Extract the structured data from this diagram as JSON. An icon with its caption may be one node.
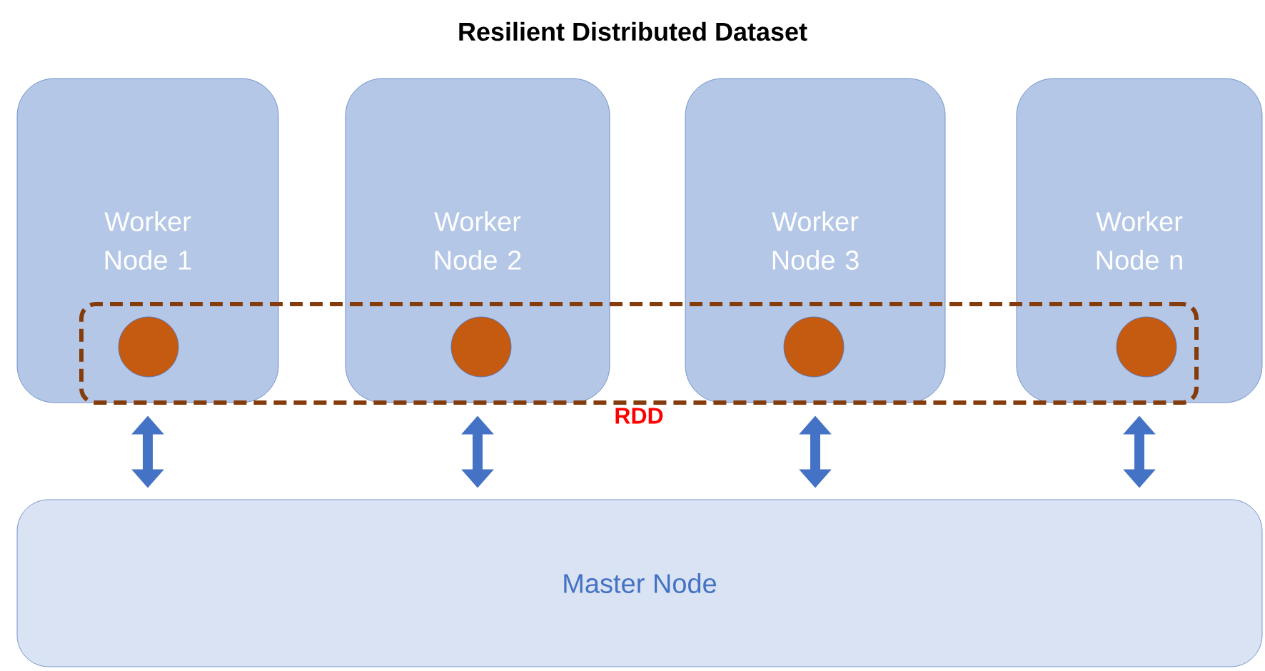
{
  "diagram": {
    "title": "Resilient Distributed Dataset",
    "nodes": [
      {
        "text": [
          "Worker Node 1"
        ]
      },
      {
        "text": [
          "Worker Node 2"
        ]
      },
      {
        "text": [
          "Worker Node 3"
        ]
      },
      {
        "text": [
          "Worker Node n"
        ]
      },
      {
        "text": [
          "RDD"
        ]
      },
      {
        "text": [],
        "shape": "circle"
      },
      {
        "text": [],
        "shape": "circle"
      },
      {
        "text": [],
        "shape": "circle"
      },
      {
        "text": [],
        "shape": "circle"
      },
      {
        "text": [
          "Master Node"
        ]
      }
    ],
    "edges": [
      {
        "from": 0,
        "to": 9,
        "arrow": "both"
      },
      {
        "from": 1,
        "to": 9,
        "arrow": "both"
      },
      {
        "from": 2,
        "to": 9,
        "arrow": "both"
      },
      {
        "from": 3,
        "to": 9,
        "arrow": "both"
      }
    ]
  }
}
